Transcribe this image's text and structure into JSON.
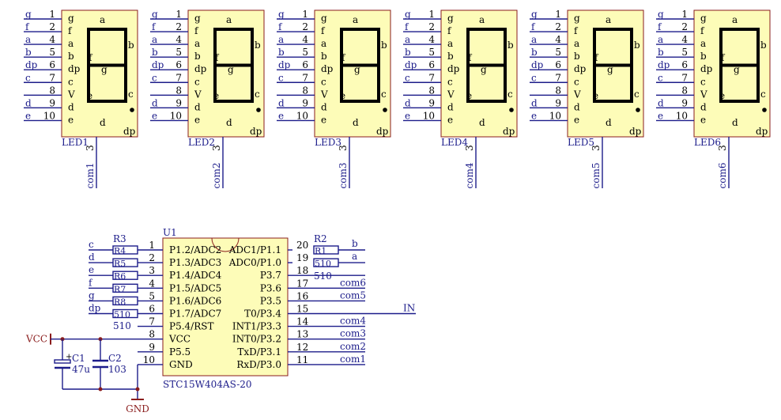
{
  "colors": {
    "wire": "#1c1c8a",
    "body_fill": "#fdfcb8",
    "body_stroke": "#8a1c1c",
    "segment": "#000000",
    "label": "#1c1c8a",
    "text": "#000000",
    "power": "#8a1c1c"
  },
  "leds": [
    {
      "ref": "LED1",
      "com": "com1"
    },
    {
      "ref": "LED2",
      "com": "com2"
    },
    {
      "ref": "LED3",
      "com": "com3"
    },
    {
      "ref": "LED4",
      "com": "com4"
    },
    {
      "ref": "LED5",
      "com": "com5"
    },
    {
      "ref": "LED6",
      "com": "com6"
    }
  ],
  "led_pins": [
    {
      "net": "g",
      "num": "1",
      "seg": "g"
    },
    {
      "net": "f",
      "num": "2",
      "seg": "f"
    },
    {
      "net": "a",
      "num": "4",
      "seg": "a"
    },
    {
      "net": "b",
      "num": "5",
      "seg": "b"
    },
    {
      "net": "dp",
      "num": "6",
      "seg": "dp"
    },
    {
      "net": "c",
      "num": "7",
      "seg": "c"
    },
    {
      "net": "",
      "num": "8",
      "seg": "v"
    },
    {
      "net": "d",
      "num": "9",
      "seg": "d"
    },
    {
      "net": "e",
      "num": "10",
      "seg": "e"
    }
  ],
  "led_common_pin": "3",
  "segment_labels": {
    "a": "a",
    "b": "b",
    "c": "c",
    "d": "d",
    "e": "e",
    "f": "f",
    "g": "g",
    "dp": "dp",
    "v": "V"
  },
  "mcu": {
    "ref": "U1",
    "part": "STC15W404AS-20",
    "left_pins": [
      {
        "num": "1",
        "name": "P1.2/ADC2"
      },
      {
        "num": "2",
        "name": "P1.3/ADC3"
      },
      {
        "num": "3",
        "name": "P1.4/ADC4"
      },
      {
        "num": "4",
        "name": "P1.5/ADC5"
      },
      {
        "num": "5",
        "name": "P1.6/ADC6"
      },
      {
        "num": "6",
        "name": "P1.7/ADC7"
      },
      {
        "num": "7",
        "name": "P5.4/RST"
      },
      {
        "num": "8",
        "name": "VCC"
      },
      {
        "num": "9",
        "name": "P5.5"
      },
      {
        "num": "10",
        "name": "GND"
      }
    ],
    "right_pins": [
      {
        "num": "20",
        "name": "ADC1/P1.1",
        "net": "b"
      },
      {
        "num": "19",
        "name": "ADC0/P1.0",
        "net": "a"
      },
      {
        "num": "18",
        "name": "P3.7",
        "net": ""
      },
      {
        "num": "17",
        "name": "P3.6",
        "net": "com6"
      },
      {
        "num": "16",
        "name": "P3.5",
        "net": "com5"
      },
      {
        "num": "15",
        "name": "T0/P3.4",
        "net": "IN"
      },
      {
        "num": "14",
        "name": "INT1/P3.3",
        "net": "com4"
      },
      {
        "num": "13",
        "name": "INT0/P3.2",
        "net": "com3"
      },
      {
        "num": "12",
        "name": "TxD/P3.1",
        "net": "com2"
      },
      {
        "num": "11",
        "name": "RxD/P3.0",
        "net": "com1"
      }
    ]
  },
  "r3": {
    "ref": "R3",
    "value": "510",
    "rows": [
      {
        "net": "c",
        "label": "R4"
      },
      {
        "net": "d",
        "label": "R5"
      },
      {
        "net": "e",
        "label": "R6"
      },
      {
        "net": "f",
        "label": "R7"
      },
      {
        "net": "g",
        "label": "R8"
      },
      {
        "net": "dp",
        "label": "510"
      }
    ]
  },
  "r2": {
    "ref": "R2",
    "value": "510",
    "rows": [
      {
        "label": "R1"
      },
      {
        "label": "510"
      }
    ]
  },
  "c1": {
    "ref": "C1",
    "value": "47u"
  },
  "c2": {
    "ref": "C2",
    "value": "103"
  },
  "power": {
    "vcc": "VCC",
    "gnd": "GND"
  }
}
